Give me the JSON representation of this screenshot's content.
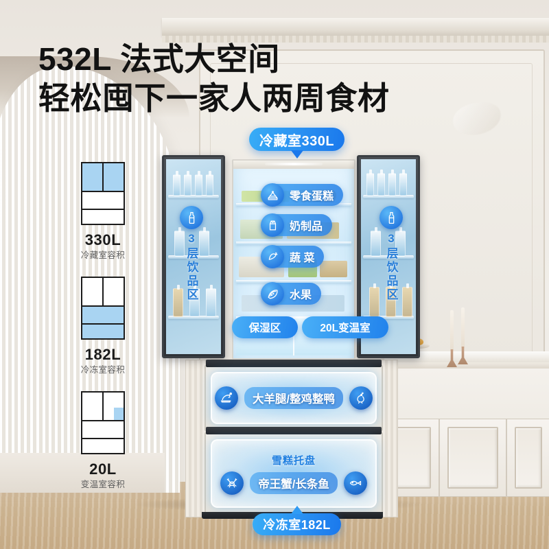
{
  "headline": {
    "line1": "532L 法式大空间",
    "line2": "轻松囤下一家人两周食材"
  },
  "capacity_diagrams": [
    {
      "value": "330L",
      "label": "冷藏室容积",
      "highlight": "top-doors"
    },
    {
      "value": "182L",
      "label": "冷冻室容积",
      "highlight": "bottom-drawers"
    },
    {
      "value": "20L",
      "label": "变温室容积",
      "highlight": "variable-strip"
    }
  ],
  "badges": {
    "top": "冷藏室330L",
    "bottom": "冷冻室182L"
  },
  "door_labels": {
    "left": {
      "text": "3层饮品区",
      "icon": "bottle-icon"
    },
    "right": {
      "text": "3层饮品区",
      "icon": "bottle-icon"
    }
  },
  "interior_pills": [
    {
      "text": "零食蛋糕",
      "icon": "cake-icon"
    },
    {
      "text": "奶制品",
      "icon": "milk-carton-icon"
    },
    {
      "text": "蔬 菜",
      "icon": "carrot-icon"
    },
    {
      "text": "水果",
      "icon": "watermelon-icon"
    }
  ],
  "crisper_pills": [
    {
      "text": "保湿区"
    },
    {
      "text": "20L变温室"
    }
  ],
  "freezer_drawers": [
    {
      "caption": "",
      "text": "大羊腿/整鸡整鸭",
      "icon_left": "lamb-leg-icon",
      "icon_right": "chicken-icon"
    },
    {
      "caption": "雪糕托盘",
      "text": "帝王蟹/长条鱼",
      "icon_left": "crab-icon",
      "icon_right": "fish-icon"
    }
  ],
  "colors": {
    "accent_light": "#38adf6",
    "accent_dark": "#1a78ec",
    "diagram_fill": "#a9d4f2",
    "headline": "#121212",
    "sub_text": "#5d5d5d"
  }
}
